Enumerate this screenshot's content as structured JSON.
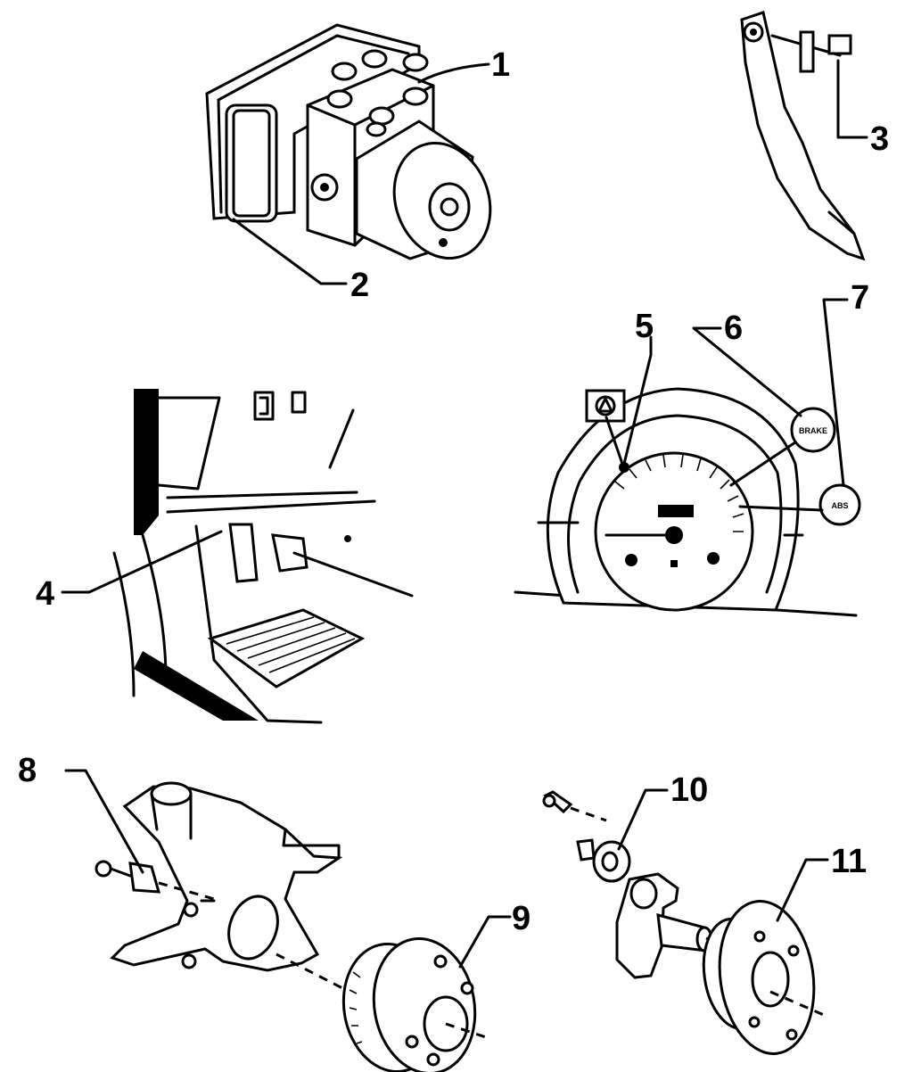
{
  "callouts": {
    "c1": "1",
    "c2": "2",
    "c3": "3",
    "c4": "4",
    "c5": "5",
    "c6": "6",
    "c7": "7",
    "c8": "8",
    "c9": "9",
    "c10": "10",
    "c11": "11"
  },
  "warning_lamps": {
    "brake": "BRAKE",
    "abs": "ABS"
  }
}
